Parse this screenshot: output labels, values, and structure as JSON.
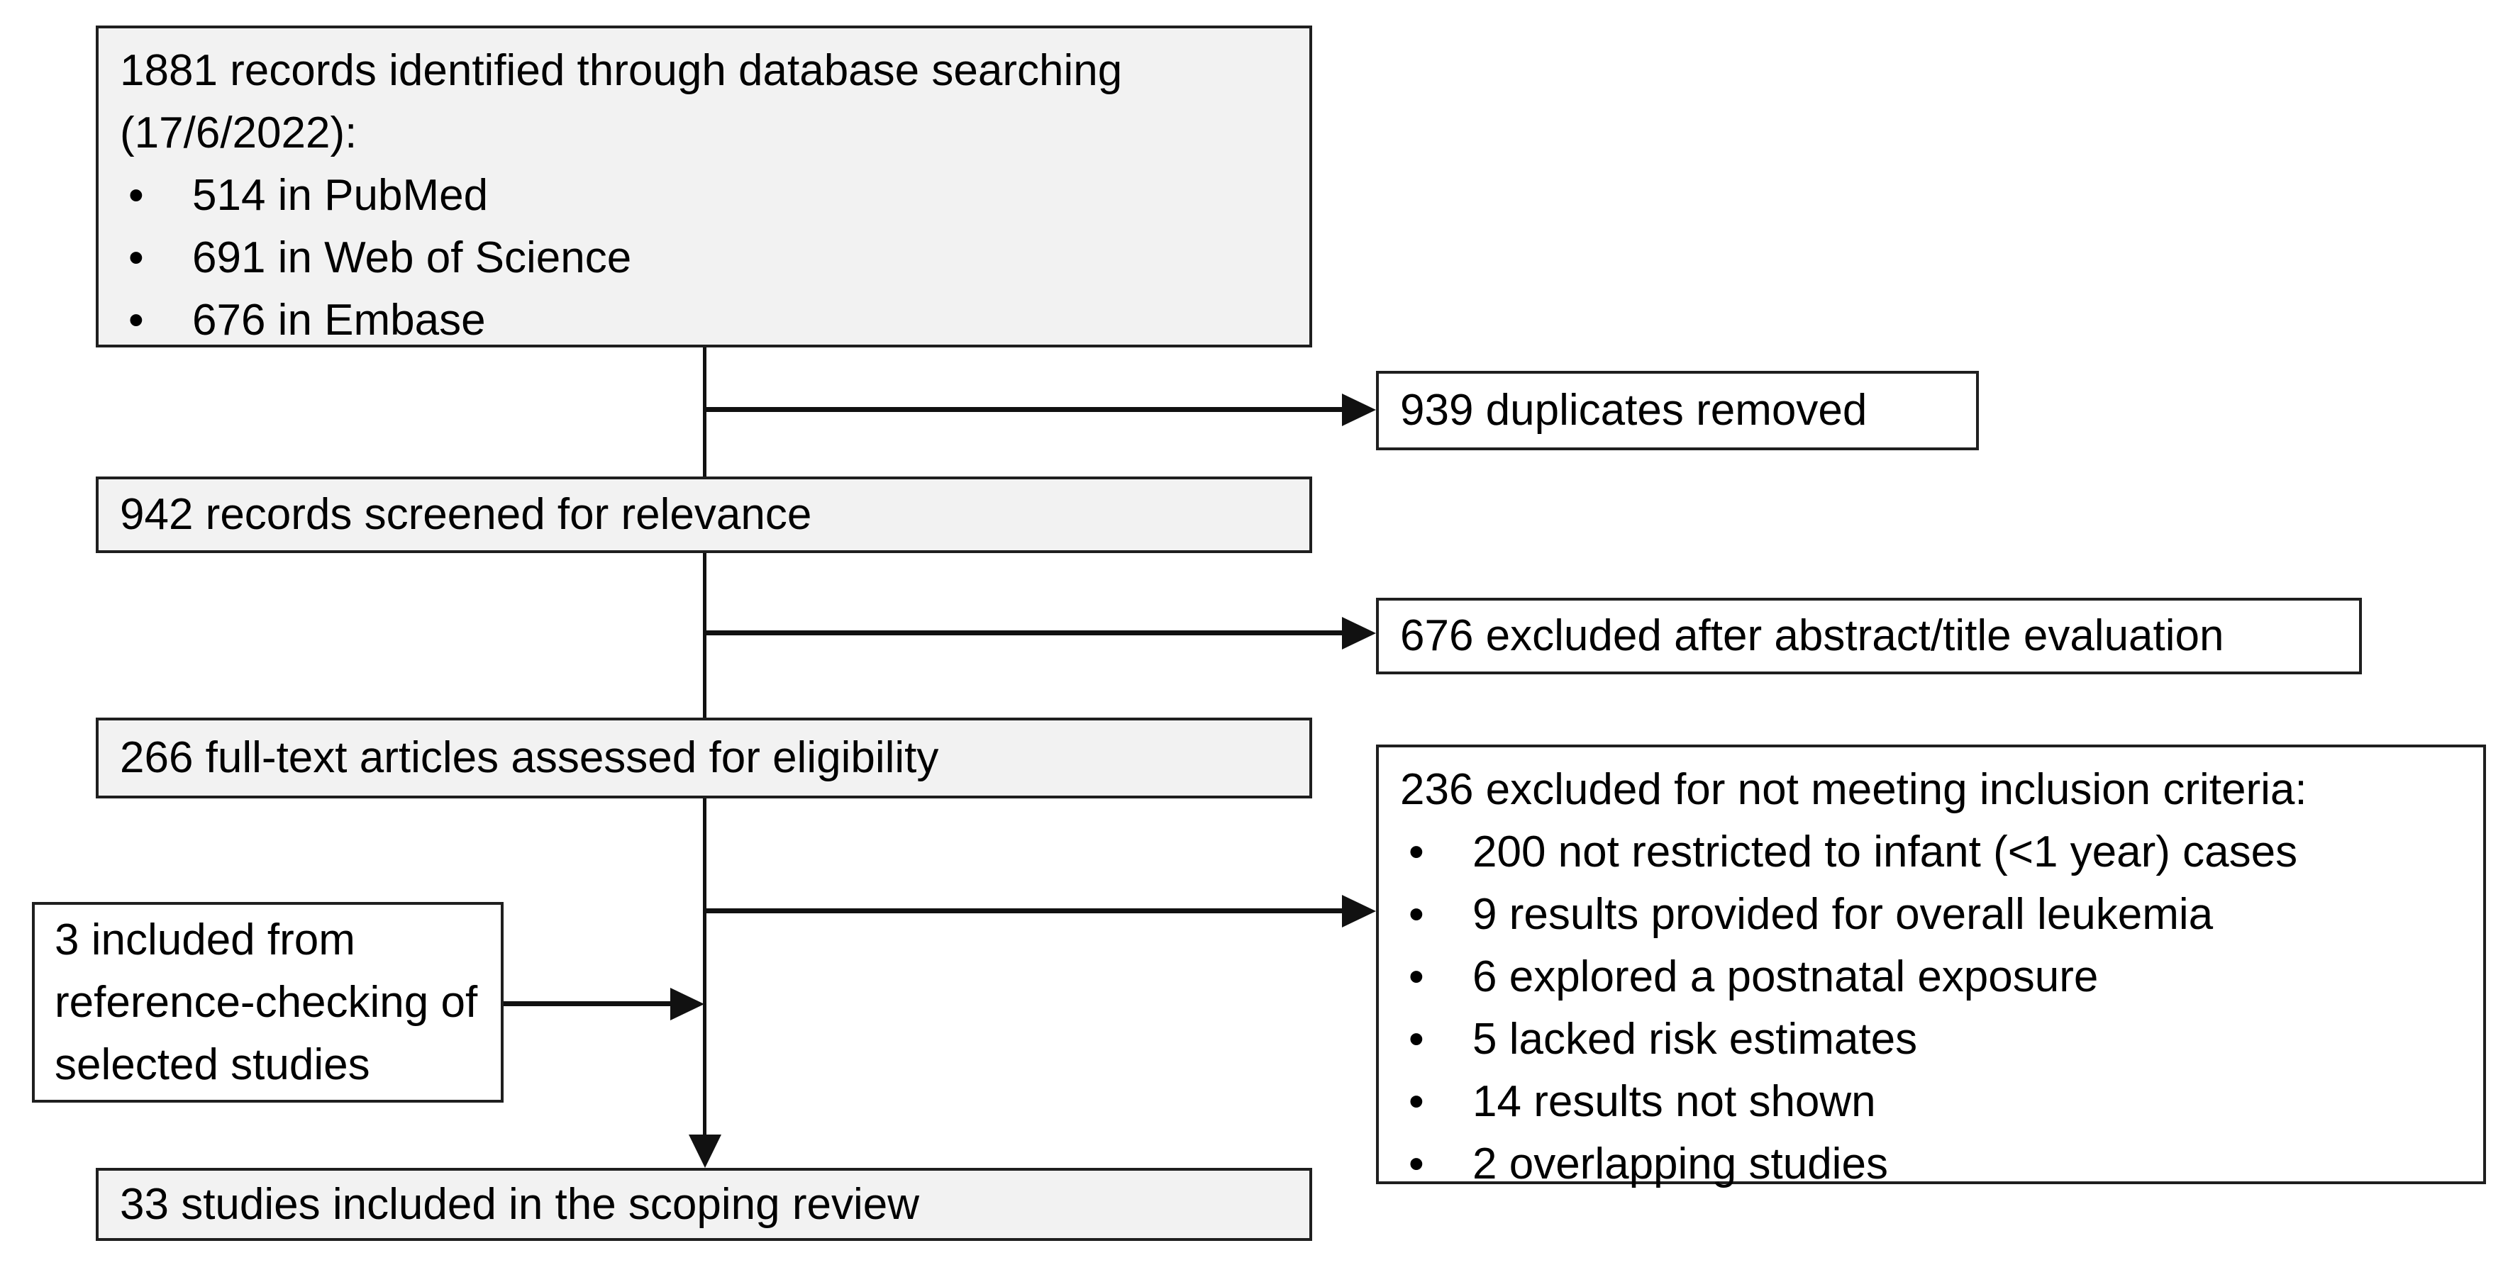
{
  "bullet_char": "•",
  "colors": {
    "page-bg": "#ffffff",
    "box-fill-gray": "#f2f2f2",
    "box-fill-white": "#ffffff",
    "box-border": "#1f1f1f",
    "line-color": "#111111",
    "text-color": "#000000"
  },
  "boxes": {
    "identified": {
      "intro": "1881 records identified through database searching (17/6/2022):",
      "bullets": [
        "514 in PubMed",
        "691 in Web of Science",
        "676 in Embase"
      ]
    },
    "duplicates_removed": {
      "text": "939 duplicates removed"
    },
    "screened": {
      "text": "942 records screened for relevance"
    },
    "excluded_abstract": {
      "text": "676 excluded after abstract/title evaluation"
    },
    "fulltext_assessed": {
      "text": "266 full-text articles assessed for eligibility"
    },
    "excluded_criteria": {
      "intro": "236 excluded for not meeting inclusion criteria:",
      "bullets": [
        "200 not restricted to infant (<1 year) cases",
        "9 results provided for overall leukemia",
        "6 explored a postnatal exposure",
        "5 lacked risk estimates",
        "14 results not shown",
        "2 overlapping studies"
      ]
    },
    "reference_checking": {
      "text": "3 included from reference-checking of selected studies"
    },
    "included_review": {
      "text": "33 studies included in the scoping review"
    }
  }
}
